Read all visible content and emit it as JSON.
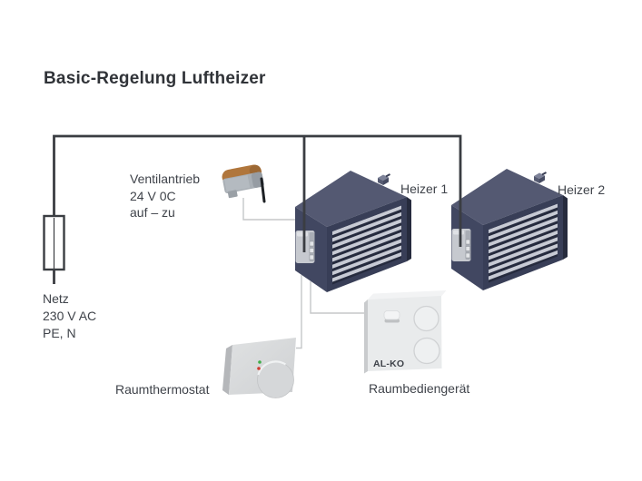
{
  "title": "Basic-Regelung Luftheizer",
  "labels": {
    "ventilantrieb_lines": [
      "Ventilantrieb",
      "24 V 0C",
      "auf – zu"
    ],
    "netz_lines": [
      "Netz",
      "230 V AC",
      "PE, N"
    ],
    "heizer1": "Heizer 1",
    "heizer2": "Heizer 2",
    "raumthermostat": "Raumthermostat",
    "raumbediengeraet": "Raumbediengerät"
  },
  "logo": {
    "text": "AL-KO",
    "color": "#d2001e"
  },
  "colors": {
    "background": "#ffffff",
    "label_text": "#3f434a",
    "title_text": "#303338",
    "mains_wire": "#3a3d42",
    "control_wire": "#c5c7c9",
    "heater_top": "#545972",
    "heater_left": "#414761",
    "heater_front": "#383e57",
    "heater_slat_light": "#c7cad4",
    "heater_slat_dark": "#262b3e",
    "terminal_box": "#c6c9cf",
    "actuator_cap_brown": "#b0763c",
    "actuator_body": "#a9afb5",
    "thermostat_body": "#d9dbdd",
    "control_unit_body": "#e9ebec",
    "led_green": "#3fae49",
    "led_red": "#cf3b2f"
  }
}
